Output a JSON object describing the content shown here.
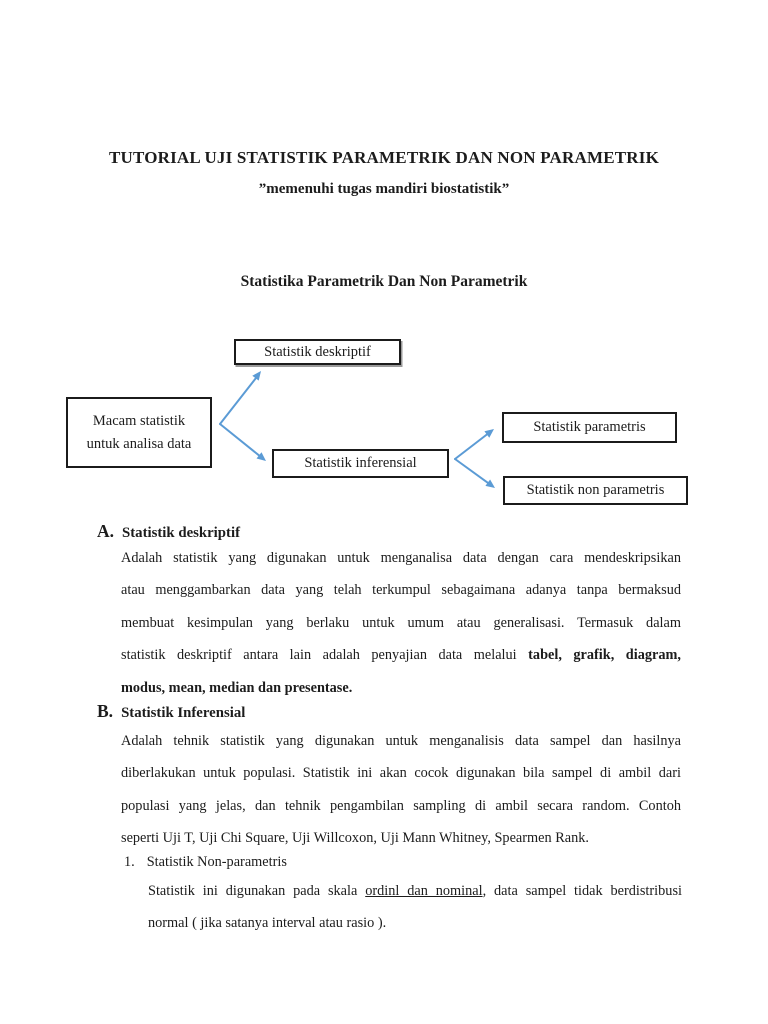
{
  "page": {
    "title": "TUTORIAL UJI STATISTIK PARAMETRIK DAN NON PARAMETRIK",
    "subtitle": "”memenuhi tugas mandiri biostatistik”",
    "heading": "Statistika Parametrik Dan Non Parametrik"
  },
  "diagram": {
    "arrow_color": "#5b9bd5",
    "box_deskriptif": "Statistik deskriptif",
    "box_macam_line1": "Macam statistik",
    "box_macam_line2": "untuk analisa data",
    "box_inferensial": "Statistik inferensial",
    "box_parametris": "Statistik parametris",
    "box_non_parametris": "Statistik non parametris"
  },
  "section_a": {
    "label": "A.",
    "title": "Statistik deskriptif",
    "line1": "Adalah statistik yang digunakan untuk menganalisa data dengan cara mendeskripsikan",
    "line2": "atau menggambarkan data yang telah terkumpul sebagaimana adanya tanpa bermaksud",
    "line3": "membuat kesimpulan yang berlaku untuk umum atau generalisasi. Termasuk dalam",
    "line4_normal": "statistik deskriptif antara lain adalah penyajian data melalui ",
    "line4_bold": "tabel, grafik, diagram,",
    "line5_bold": "modus, mean, median dan presentase."
  },
  "section_b": {
    "label": "B.",
    "title": "Statistik Inferensial",
    "line1": "Adalah tehnik statistik yang digunakan untuk menganalisis data sampel dan hasilnya",
    "line2": "diberlakukan untuk populasi. Statistik ini akan cocok digunakan bila sampel di ambil dari",
    "line3": "populasi yang jelas, dan tehnik pengambilan sampling di ambil secara random. Contoh",
    "line4": "seperti Uji T, Uji Chi Square, Uji Willcoxon, Uji Mann Whitney, Spearmen Rank."
  },
  "item1": {
    "number": "1.",
    "title": "Statistik Non-parametris",
    "line1_pre": "Statistik ini digunakan pada skala ",
    "line1_underline": "ordinl dan nominal",
    "line1_post": ", data sampel tidak berdistribusi",
    "line2": "normal ( jika satanya interval atau rasio )."
  }
}
